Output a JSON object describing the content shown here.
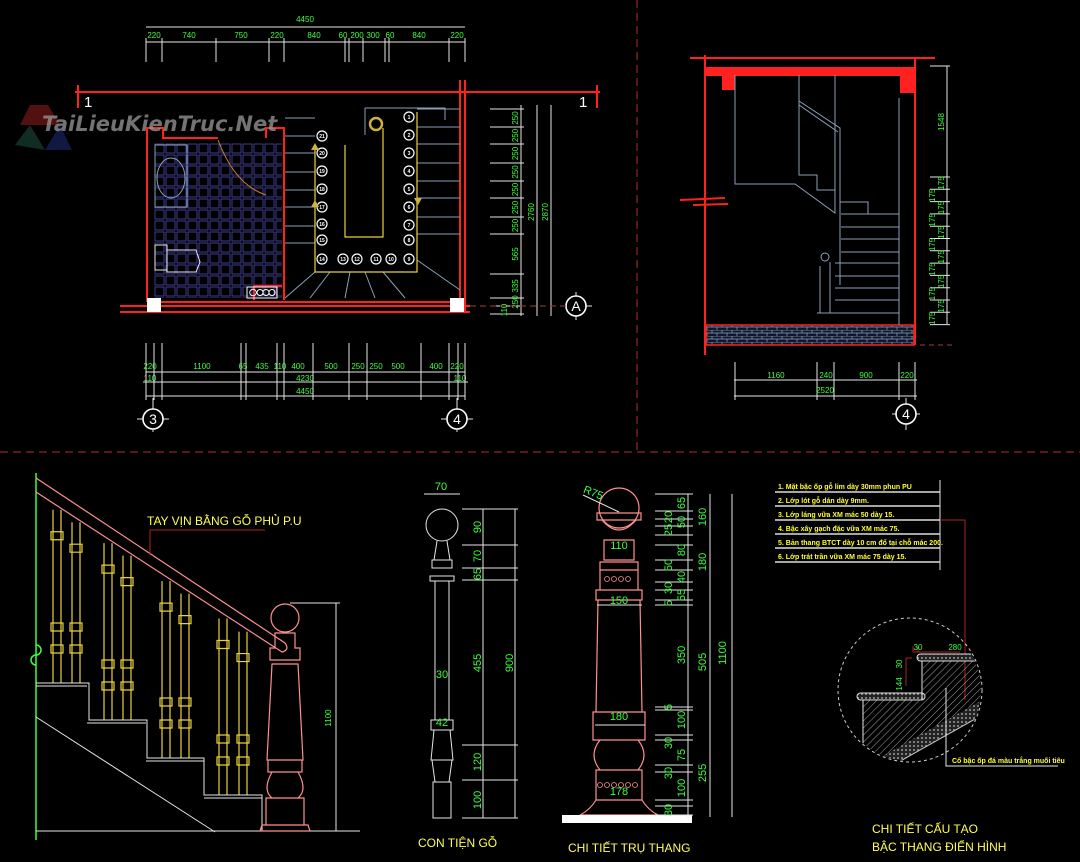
{
  "watermark": "TaiLieuKienTruc.Net",
  "plan": {
    "section_mark": "1",
    "top_total": "4450",
    "top_segments": [
      "220",
      "740",
      "750",
      "220",
      "840",
      "60",
      "200",
      "300",
      "60",
      "840",
      "220"
    ],
    "bottom_segments": [
      "220",
      "1100",
      "65",
      "435",
      "110",
      "400",
      "500",
      "250",
      "250",
      "500",
      "400",
      "220"
    ],
    "bottom_mid": [
      "110",
      "4230",
      "110"
    ],
    "bottom_total": "4450",
    "right_segments": [
      "250",
      "250",
      "250",
      "250",
      "250",
      "250",
      "250",
      "565",
      "335",
      "250",
      "110"
    ],
    "right_totals": [
      "2760",
      "2870"
    ],
    "grid_left": "3",
    "grid_right": "4",
    "grid_row": "A",
    "step_numbers": [
      "1",
      "2",
      "3",
      "4",
      "5",
      "6",
      "7",
      "8",
      "9",
      "10",
      "11",
      "12",
      "13",
      "14",
      "15",
      "16",
      "17",
      "18",
      "19",
      "20",
      "21"
    ]
  },
  "section": {
    "upper_height": "1548",
    "risers": [
      "175",
      "175",
      "175",
      "175",
      "175",
      "175",
      "175",
      "175",
      "175",
      "175",
      "175",
      "175"
    ],
    "bottom_segments": [
      "1160",
      "240",
      "900",
      "220"
    ],
    "bottom_total": "2520",
    "grid": "4"
  },
  "railing": {
    "label": "TAY VỊN BẰNG GỖ PHỦ P.U",
    "height": "1100"
  },
  "baluster": {
    "title": "CON TIỆN GỖ",
    "top_width": "70",
    "segments": [
      "90",
      "70",
      "65",
      "455",
      "120",
      "100"
    ],
    "total": "900",
    "widths": [
      "30",
      "42"
    ]
  },
  "newel": {
    "title": "CHI TIẾT TRỤ THANG",
    "radius": "R75",
    "widths": [
      "110",
      "150",
      "180",
      "178"
    ],
    "fine_segments": [
      "65",
      "20",
      "50",
      "25",
      "80",
      "50",
      "40",
      "30",
      "55",
      "5",
      "350",
      "5",
      "100",
      "30",
      "75",
      "30",
      "100",
      "30"
    ],
    "group_segments": [
      "160",
      "180",
      "505",
      "255"
    ],
    "total": "1100"
  },
  "step_detail": {
    "title_line1": "CHI TIẾT CẤU TẠO",
    "title_line2": "BẬC THANG ĐIỂN HÌNH",
    "dims": [
      "30",
      "280",
      "30",
      "144"
    ],
    "callout": "Cổ bậc ốp đá màu trắng muối tiêu",
    "notes": [
      "1. Mặt bậc ốp gỗ lim dày 30mm phun PU",
      "2. Lớp lót gỗ dán dày 9mm.",
      "3. Lớp láng vữa XM mác 50 dày 15.",
      "4. Bậc xây gạch đặc vữa XM mác 75.",
      "5. Bản thang BTCT dày 10 cm đổ tại chỗ mác 200.",
      "6. Lớp trát trần vữa XM mác 75 dày 15."
    ]
  },
  "colors": {
    "background": "#000000",
    "wall": "#ff2020",
    "dimension_text": "#3cff3c",
    "annotation": "#ffff55",
    "baluster": "#e8d040",
    "newel": "#ff9090"
  }
}
